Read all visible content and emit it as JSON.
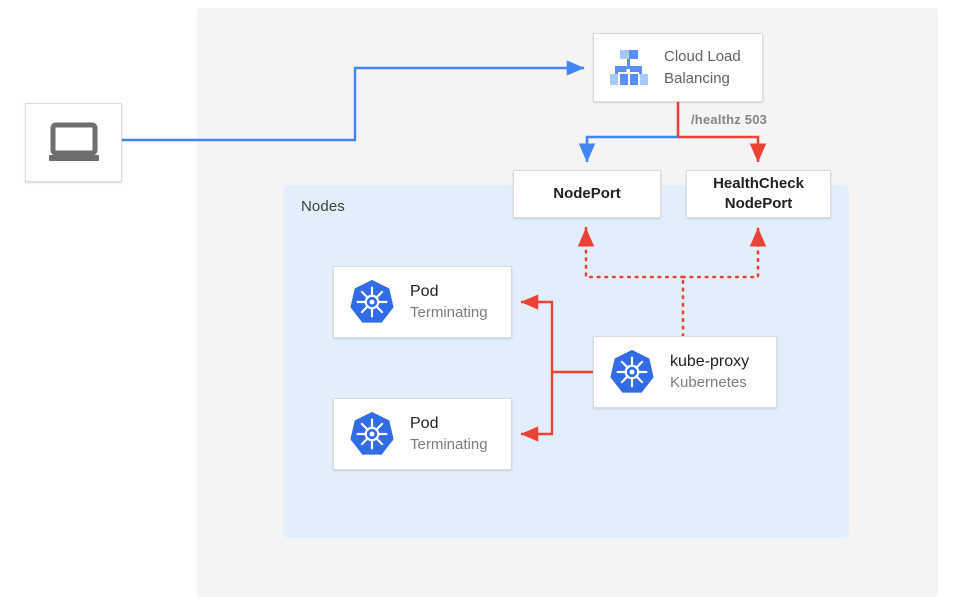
{
  "diagram": {
    "title_region_label": "Nodes",
    "colors": {
      "panel_bg": "#f4f4f4",
      "nodes_bg": "#e2effb",
      "blue_flow": "#4285f4",
      "red_flow": "#ea4335",
      "k8s_blue": "#326ce5",
      "client_gray": "#6e6e6e",
      "text_primary": "#202124",
      "text_secondary": "#5f6368",
      "text_muted": "#80868b"
    },
    "nodes": {
      "client": {
        "icon": "laptop-icon"
      },
      "cloud_load_balancing": {
        "icon": "cloud-load-balancing-icon",
        "label_line1": "Cloud Load",
        "label_line2": "Balancing"
      },
      "nodeport": {
        "label": "NodePort"
      },
      "healthcheck_nodeport": {
        "label_line1": "HealthCheck",
        "label_line2": "NodePort"
      },
      "pod_1": {
        "icon": "kubernetes-icon",
        "title": "Pod",
        "subtitle": "Terminating"
      },
      "pod_2": {
        "icon": "kubernetes-icon",
        "title": "Pod",
        "subtitle": "Terminating"
      },
      "kube_proxy": {
        "icon": "kubernetes-icon",
        "title": "kube-proxy",
        "subtitle": "Kubernetes"
      }
    },
    "edges": {
      "healthz": {
        "label": "/healthz 503"
      }
    }
  }
}
